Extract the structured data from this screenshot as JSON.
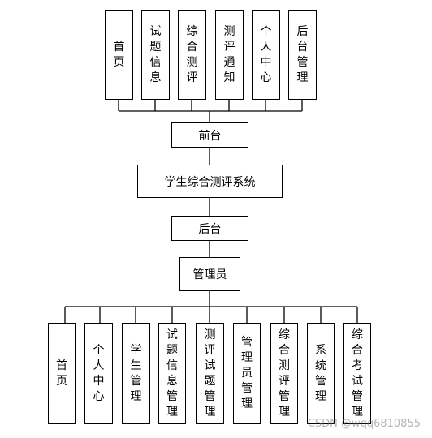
{
  "top_modules": [
    "首页",
    "试题信息",
    "综合测评",
    "测评通知",
    "个人中心",
    "后台管理"
  ],
  "frontend_label": "前台",
  "system_label": "学生综合测评系统",
  "backend_label": "后台",
  "admin_label": "管理员",
  "bottom_modules": [
    "首页",
    "个人中心",
    "学生管理",
    "试题信息管理",
    "测评试题管理",
    "管理员管理",
    "综合测评管理",
    "系统管理",
    "综合考试管理"
  ],
  "watermark": "CSDN @wqq6810855"
}
